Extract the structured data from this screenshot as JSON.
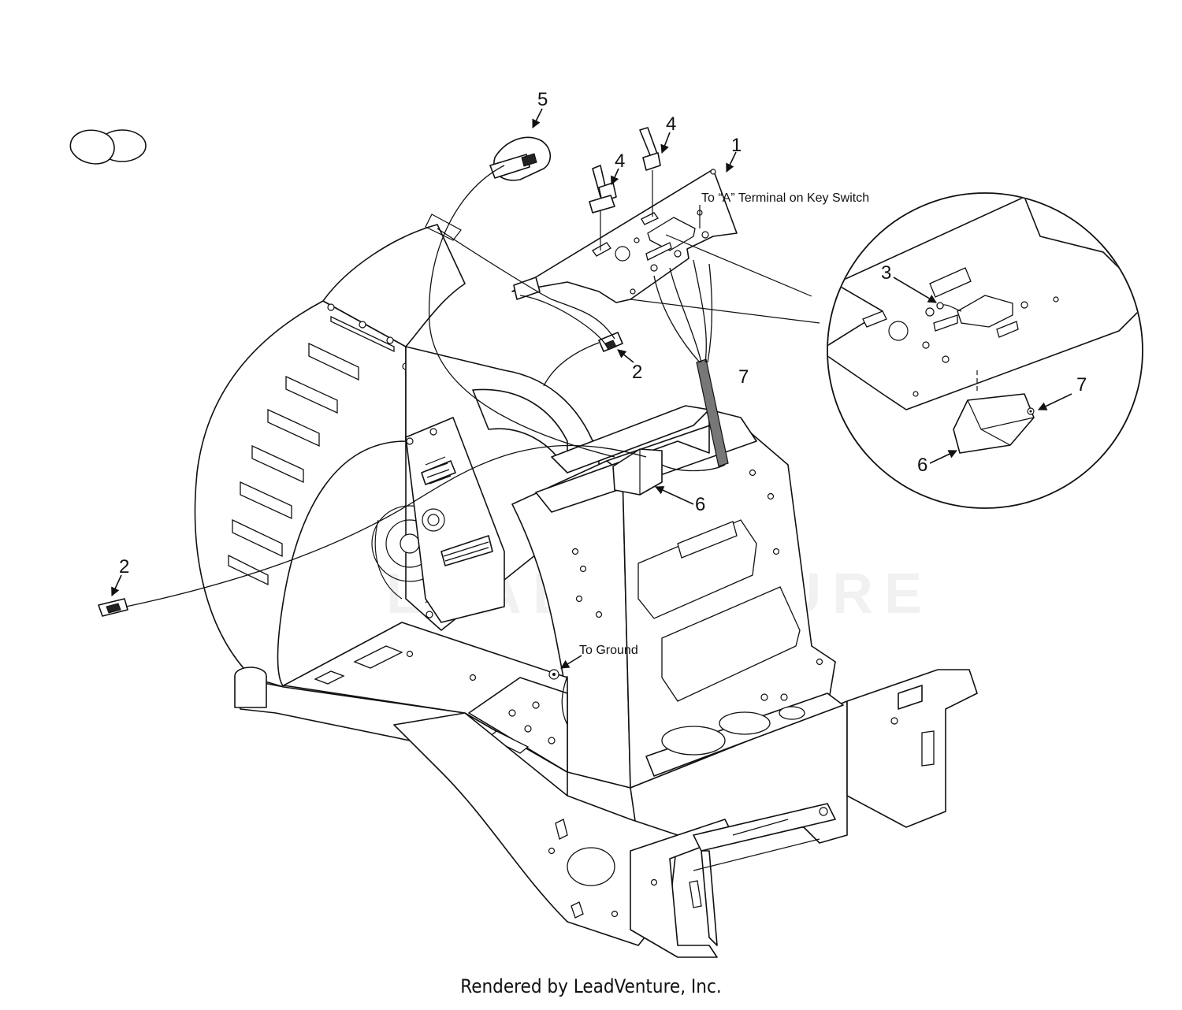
{
  "callouts": {
    "c1": "1",
    "c2a": "2",
    "c2b": "2",
    "c3": "3",
    "c4a": "4",
    "c4b": "4",
    "c5": "5",
    "c6a": "6",
    "c6b": "6",
    "c7a": "7",
    "c7b": "7"
  },
  "notes": {
    "key_switch": "To “A” Terminal on Key Switch",
    "ground": "To Ground"
  },
  "watermark": "LEADVENTURE",
  "footer": "Rendered by LeadVenture, Inc."
}
